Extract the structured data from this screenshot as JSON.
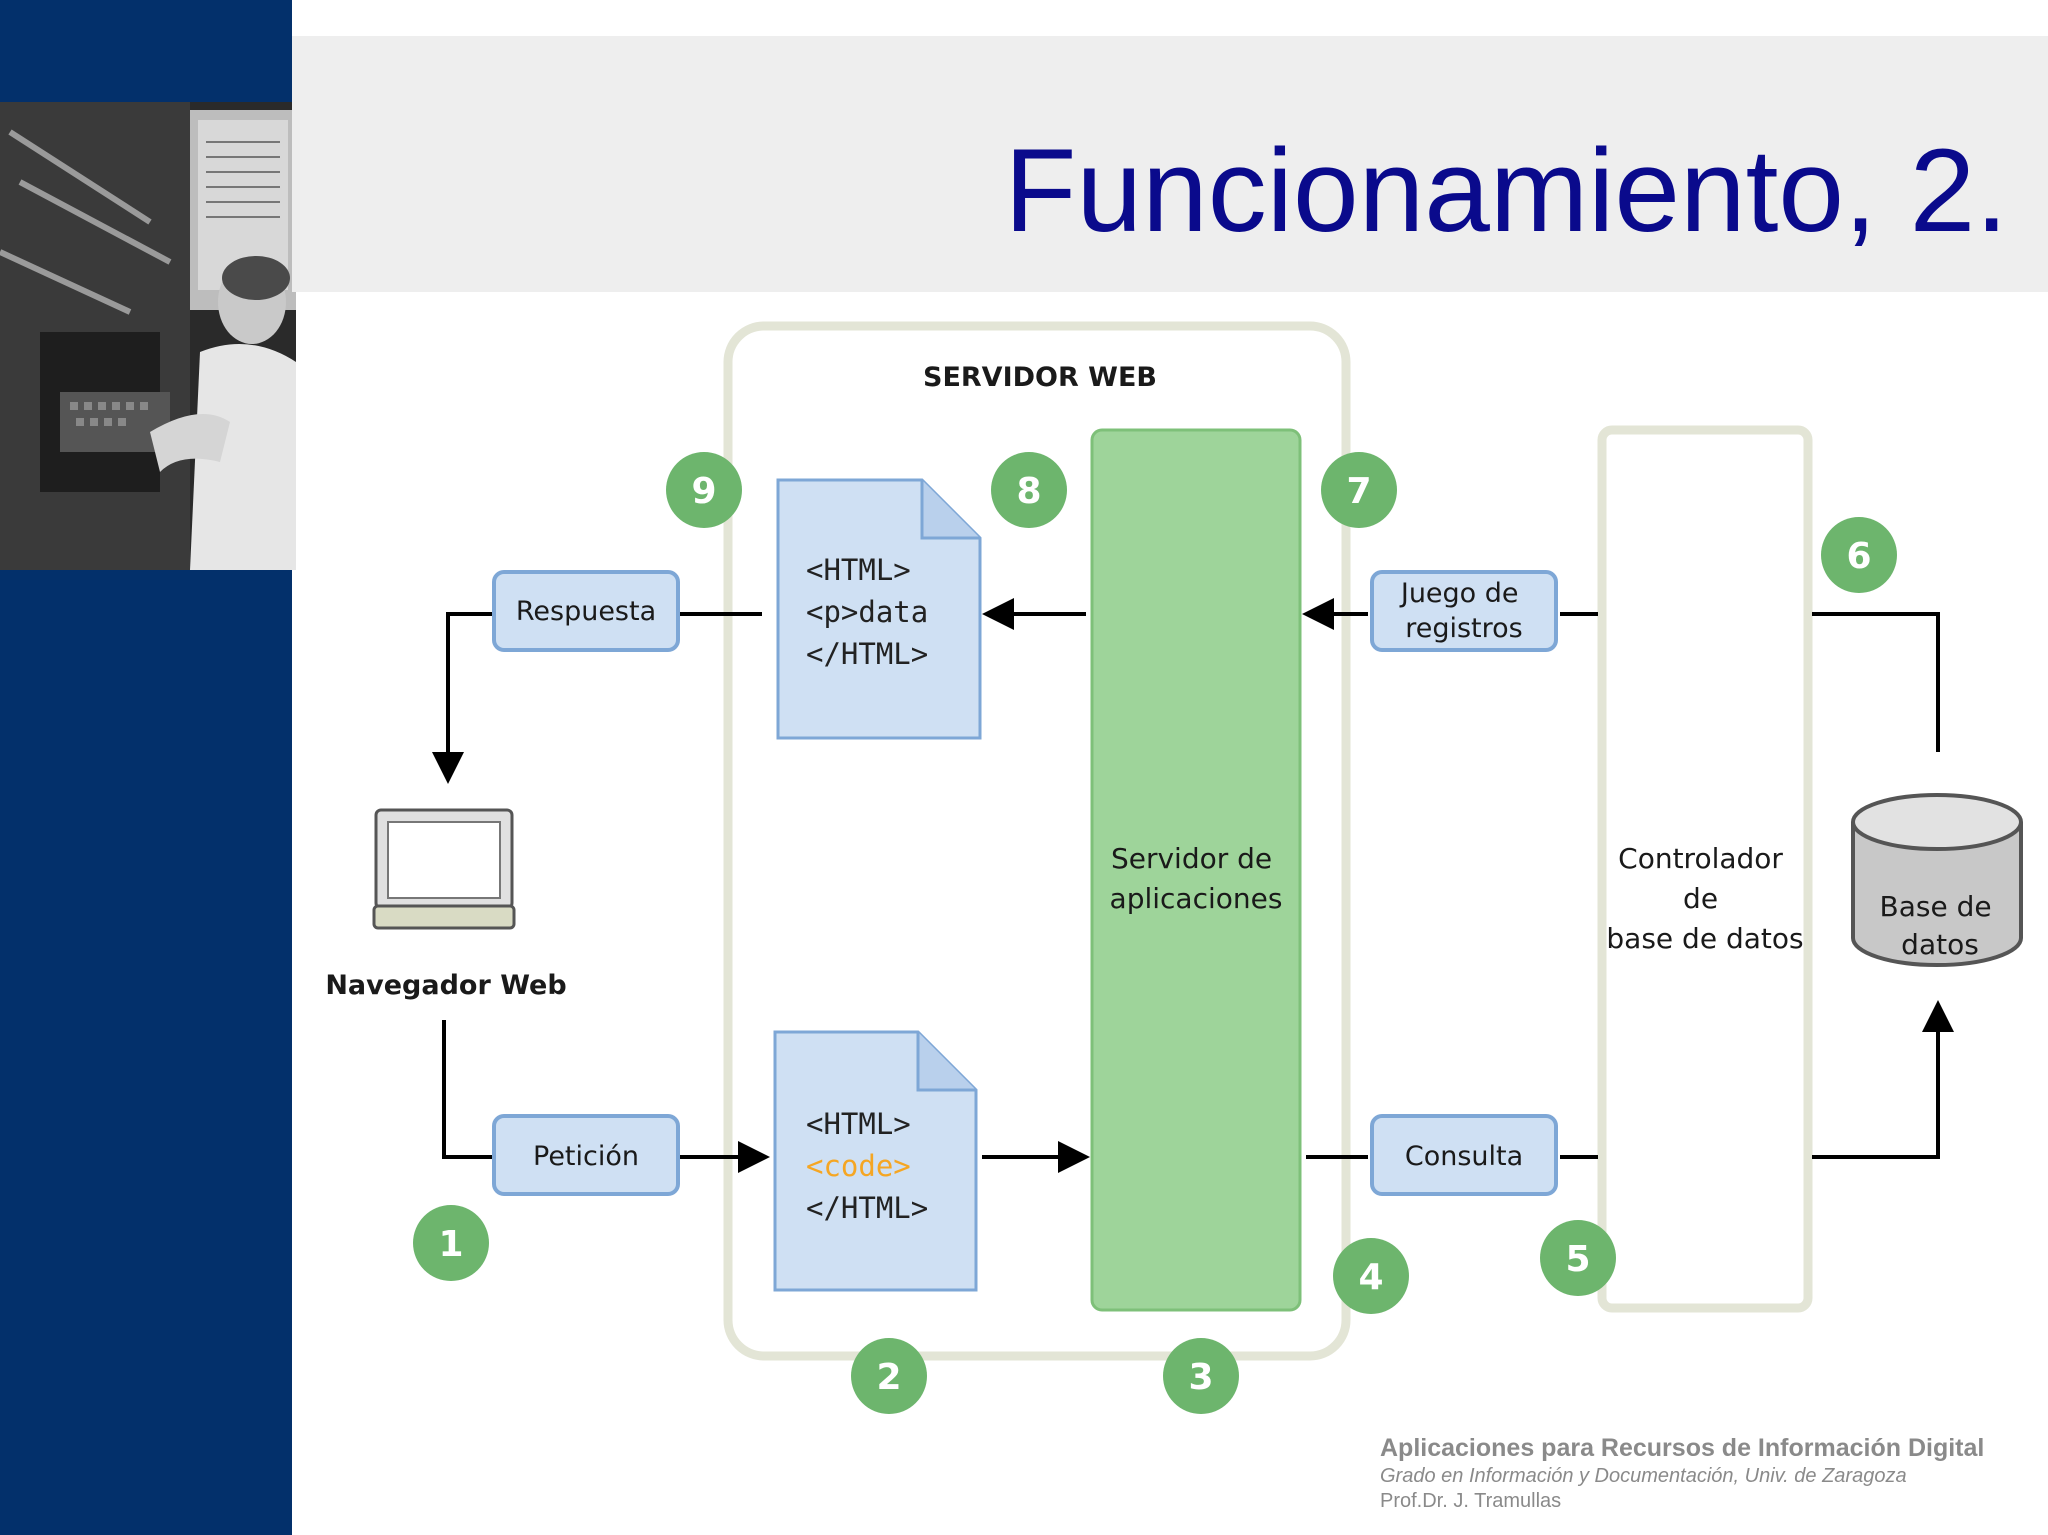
{
  "slide": {
    "title": "Funcionamiento, 2."
  },
  "diagram": {
    "server_title": "SERVIDOR WEB",
    "browser_label": "Navegador Web",
    "app_server": [
      "Servidor de",
      "aplicaciones"
    ],
    "db_controller": [
      "Controlador",
      "de",
      "base de datos"
    ],
    "database": [
      "Base de",
      "datos"
    ],
    "response_label": "Respuesta",
    "request_label": "Petición",
    "records_label": [
      "Juego de",
      "registros"
    ],
    "query_label": "Consulta",
    "doc_response": [
      "<HTML>",
      "<p>data",
      "</HTML>"
    ],
    "doc_request": [
      "<HTML>",
      "<code>",
      "</HTML>"
    ],
    "steps": [
      "1",
      "2",
      "3",
      "4",
      "5",
      "6",
      "7",
      "8",
      "9"
    ]
  },
  "colors": {
    "sidebar": "#03306b",
    "title": "#0a0a8c",
    "step_badge": "#6db56d",
    "app_server_fill": "#9ed49a",
    "label_box_fill": "#cfe0f3",
    "label_box_border": "#7ea7d6",
    "server_frame": "#e3e5d6",
    "code_highlight": "#f5a623"
  },
  "footer": {
    "course": "Aplicaciones para Recursos de Información Digital",
    "degree": "Grado en Información y Documentación, Univ. de Zaragoza",
    "author": "Prof.Dr. J. Tramullas"
  }
}
